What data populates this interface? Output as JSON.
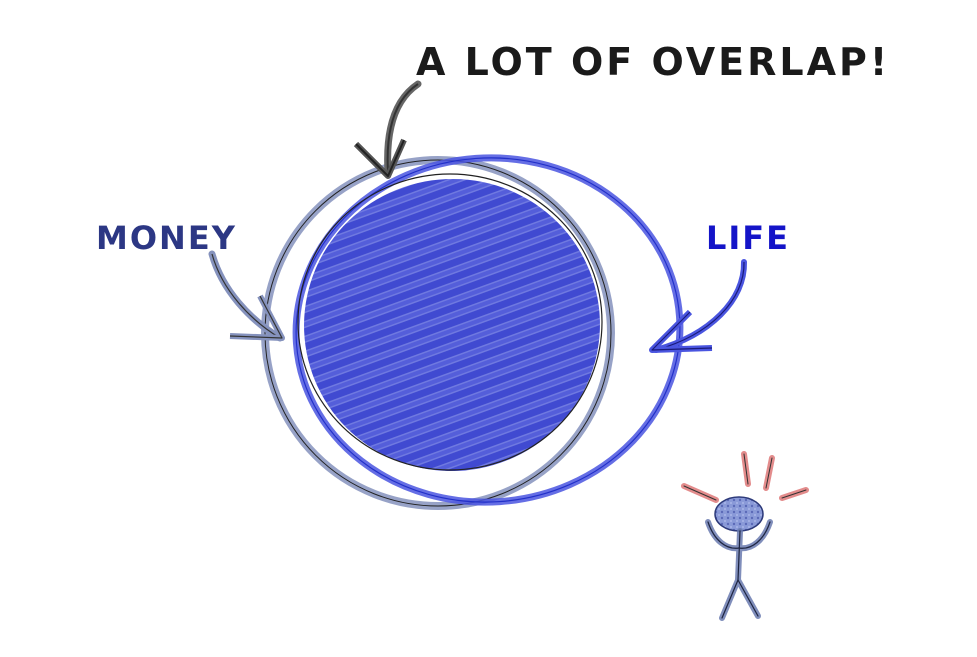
{
  "labels": {
    "overlap": "A LOT OF OVERLAP!",
    "money": "MONEY",
    "life": "LIFE"
  },
  "colors": {
    "money_circle": "#7c8bb8",
    "life_circle": "#4a55e0",
    "overlap_fill": "#3a44d0",
    "arrow_dark": "#555555",
    "stick_figure": "#5d6fa0",
    "excitement_rays": "#e08080"
  },
  "icons": {
    "figure": "stick-figure-icon"
  }
}
